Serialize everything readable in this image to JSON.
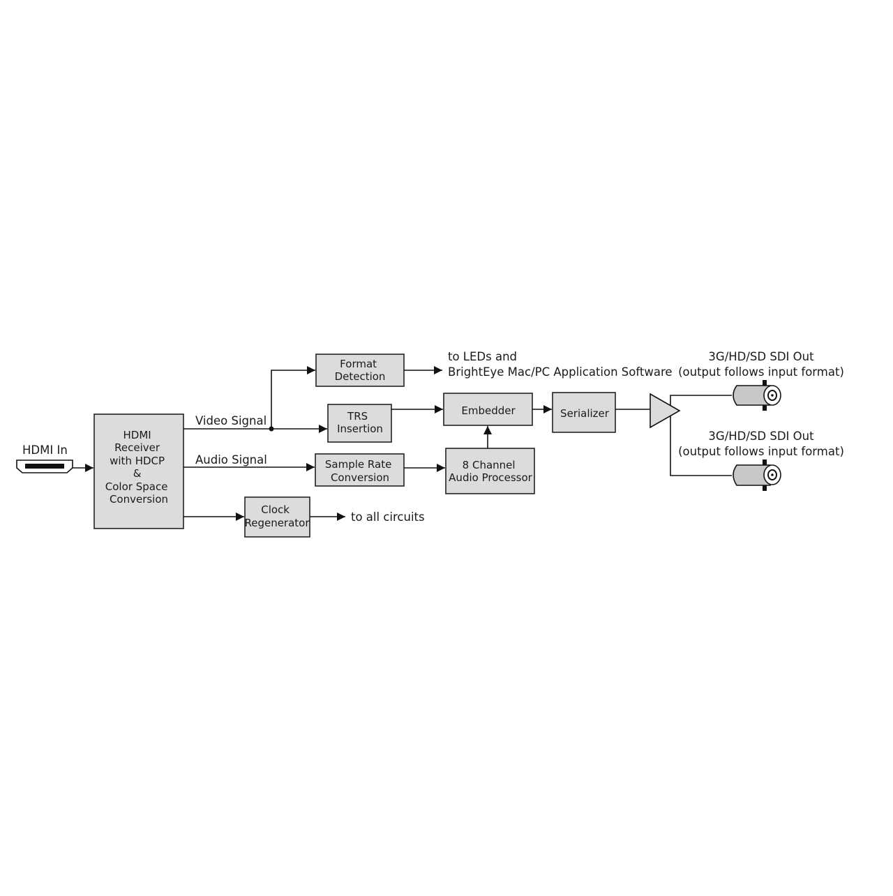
{
  "colors": {
    "block_fill": "#dcdcdc",
    "stroke": "#111111",
    "background": "#ffffff"
  },
  "icons": {
    "hdmi_port": "hdmi-port-icon",
    "bnc_connector": "bnc-connector-icon",
    "amplifier": "amplifier-triangle-icon"
  },
  "labels": {
    "hdmi_in": "HDMI In",
    "video_signal": "Video Signal",
    "audio_signal": "Audio Signal",
    "to_leds_1": "to LEDs and",
    "to_leds_2": "BrightEye Mac/PC Application Software",
    "to_all_circuits": "to all circuits",
    "sdi_out_1_title": "3G/HD/SD SDI Out",
    "sdi_out_1_note": "(output follows input format)",
    "sdi_out_2_title": "3G/HD/SD SDI Out",
    "sdi_out_2_note": "(output follows input format)"
  },
  "blocks": {
    "hdmi_receiver": [
      "HDMI",
      "Receiver",
      "with HDCP",
      "&",
      "Color Space",
      "Conversion"
    ],
    "format_detection": [
      "Format",
      "Detection"
    ],
    "trs_insertion": [
      "TRS",
      "Insertion"
    ],
    "sample_rate": [
      "Sample Rate",
      "Conversion"
    ],
    "clock_regen": [
      "Clock",
      "Regenerator"
    ],
    "embedder": [
      "Embedder"
    ],
    "audio_processor": [
      "8 Channel",
      "Audio Processor"
    ],
    "serializer": [
      "Serializer"
    ]
  }
}
